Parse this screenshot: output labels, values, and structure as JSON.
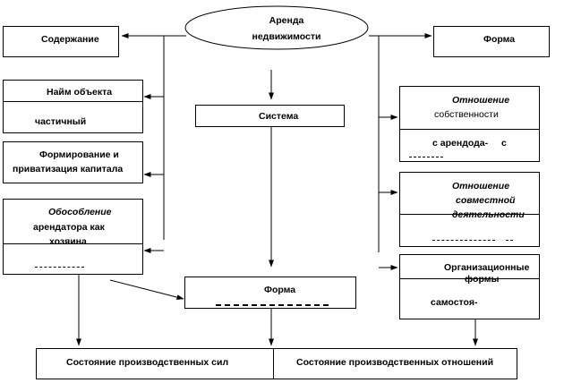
{
  "nodes": {
    "root": [
      "Аренда",
      "недвижимости"
    ],
    "soderzhanie": "Содержание",
    "forma_right": "Форма",
    "naim": [
      "Найм объекта",
      "частичный"
    ],
    "sistema": "Система",
    "otnoshenie_sobstv": [
      "Отношение",
      "собственности",
      "с арендода-",
      "с"
    ],
    "formirovanie": [
      "Формирование и",
      "приватизация капитала"
    ],
    "otnoshenie_sovm": [
      "Отношение",
      "совместной",
      "деятельности"
    ],
    "obosoblenie": [
      "Обособление",
      "арендатора как",
      "хозяина"
    ],
    "org_formy": [
      "Организационные",
      "формы",
      "самостоя-"
    ],
    "forma_center": "Форма",
    "sost_sil": "Состояние производственных  сил",
    "sost_otnosh": "Состояние производственных  отношений"
  }
}
